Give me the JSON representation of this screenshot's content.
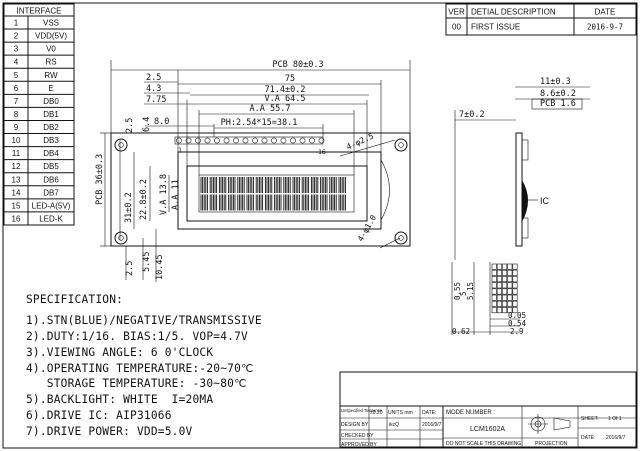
{
  "interface": {
    "header": "INTERFACE",
    "pins": [
      {
        "no": "1",
        "name": "VSS"
      },
      {
        "no": "2",
        "name": "VDD(5V)"
      },
      {
        "no": "3",
        "name": "V0"
      },
      {
        "no": "4",
        "name": "RS"
      },
      {
        "no": "5",
        "name": "RW"
      },
      {
        "no": "6",
        "name": "E"
      },
      {
        "no": "7",
        "name": "DB0"
      },
      {
        "no": "8",
        "name": "DB1"
      },
      {
        "no": "9",
        "name": "DB2"
      },
      {
        "no": "10",
        "name": "DB3"
      },
      {
        "no": "11",
        "name": "DB4"
      },
      {
        "no": "12",
        "name": "DB5"
      },
      {
        "no": "13",
        "name": "DB6"
      },
      {
        "no": "14",
        "name": "DB7"
      },
      {
        "no": "15",
        "name": "LED-A(5V)"
      },
      {
        "no": "16",
        "name": "LED-K"
      }
    ]
  },
  "revision": {
    "headers": [
      "VER",
      "DETIAL DESCRIPTION",
      "DATE"
    ],
    "rows": [
      {
        "ver": "00",
        "desc": "FIRST ISSUE",
        "date": "2016-9-7"
      }
    ]
  },
  "dimensions": {
    "pcb_w": "PCB 80±0.3",
    "w75": "75",
    "w714": "71.4±0.2",
    "va_w": "V.A 64.5",
    "aa_w": "A.A 55.7",
    "pitch": "PH:2.54*15=38.1",
    "d25": "2.5",
    "d43": "4.3",
    "d775": "7.75",
    "d80": "8.0",
    "pin1": "1",
    "pin16": "16",
    "hole": "4-φ2.5",
    "hole2": "4-φ1.0",
    "pcb_h": "PCB 36±0.3",
    "h31": "31±0.2",
    "h228": "22.8±0.2",
    "va_h": "V.A 13.8",
    "aa_h": "A.A 11",
    "v25a": "2.5",
    "v64": "6.4",
    "v25b": "2.5",
    "v545": "5.45",
    "v1045": "10.45",
    "side_11": "11±0.3",
    "side_86": "8.6±0.2",
    "side_pcb": "PCB 1.6",
    "side_7": "7±0.2",
    "side_ic": "IC",
    "px_005": "0.05",
    "px_054": "0.54",
    "px_29": "2.9",
    "px_062": "0.62",
    "px_55": "0.55",
    "px_5": "5",
    "px_515": "5.15"
  },
  "spec": {
    "title": "SPECIFICATION:",
    "lines": [
      "1).STN(BLUE)/NEGATIVE/TRANSMISSIVE",
      "2).DUTY:1/16. BIAS:1/5. VOP=4.7V",
      "3).VIEWING ANGLE: 6 0'CLOCK",
      "4).OPERATING TEMPERATURE:-20~70℃",
      "   STORAGE TEMPERATURE: -30~80℃",
      "5).BACKLIGHT: WHITE  I=20MA",
      "6).DRIVE IC: AIP31066",
      "7).DRIVE POWER: VDD=5.0V"
    ]
  },
  "title_block": {
    "tol_label": "Unspecified Tolerance",
    "tol_val": "±0.20",
    "units": "UNITS mm",
    "date_label": "DATE:",
    "design": "DESIGN BY",
    "design_who": "ikzQ",
    "design_date": "2016/9/7",
    "checked": "CHECKED BY",
    "approved": "APPROVED BY",
    "mode_label": "MODE NUMBER :",
    "mode_value": "LCM1602A",
    "not_scale": "DO NOT SCALE THIS DRAWING",
    "projection": "PROJECTION",
    "sheet_label": "SHEET:",
    "sheet_value": "1 Of 1",
    "date2_label": "DATE:",
    "date2_value": "2016/9/7"
  }
}
